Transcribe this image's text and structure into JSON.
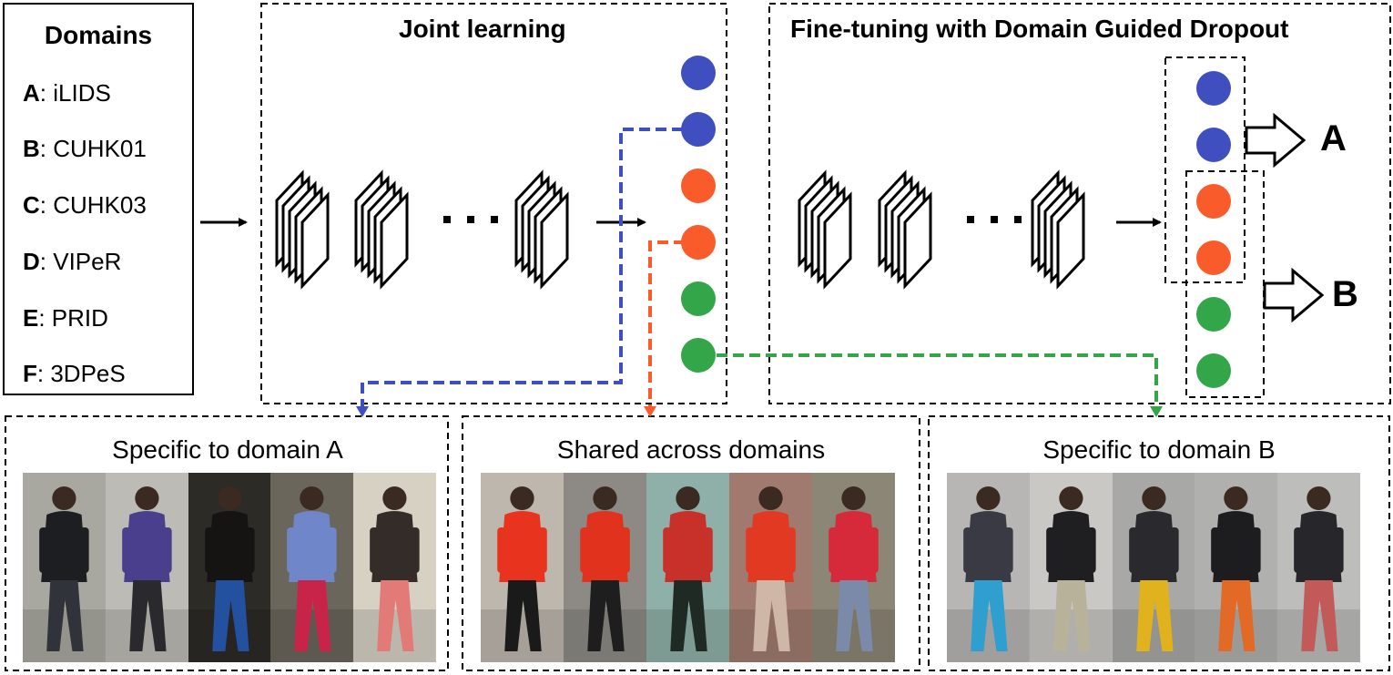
{
  "domains": {
    "title": "Domains",
    "items": [
      {
        "key": "A",
        "name": "iLIDS"
      },
      {
        "key": "B",
        "name": "CUHK01"
      },
      {
        "key": "C",
        "name": "CUHK03"
      },
      {
        "key": "D",
        "name": "VIPeR"
      },
      {
        "key": "E",
        "name": "PRID"
      },
      {
        "key": "F",
        "name": "3DPeS"
      }
    ]
  },
  "joint_learning": {
    "title": "Joint learning"
  },
  "fine_tuning": {
    "title": "Fine-tuning with Domain Guided Dropout",
    "output_a": "A",
    "output_b": "B"
  },
  "neurons": {
    "colors": [
      "#3f4fbf",
      "#3f4fbf",
      "#fa5b2a",
      "#fa5b2a",
      "#33a64a",
      "#33a64a"
    ]
  },
  "bottom": {
    "panel_a": {
      "title": "Specific to domain A",
      "people": [
        {
          "bg": "#a9a8a0",
          "body": "#1c1e22",
          "accent": "#30343a"
        },
        {
          "bg": "#bdbbb6",
          "body": "#4a3f8c",
          "accent": "#2a2a2e"
        },
        {
          "bg": "#2c2b26",
          "body": "#151412",
          "accent": "#2450a0"
        },
        {
          "bg": "#6b665c",
          "body": "#6f86c8",
          "accent": "#c8244a"
        },
        {
          "bg": "#d7d1c4",
          "body": "#332c28",
          "accent": "#e27a78"
        }
      ]
    },
    "panel_shared": {
      "title": "Shared across domains",
      "people": [
        {
          "bg": "#bdb7ae",
          "body": "#e8341f",
          "accent": "#1a1a1a"
        },
        {
          "bg": "#8d8a85",
          "body": "#e0321c",
          "accent": "#1e1e1e"
        },
        {
          "bg": "#8fb0a8",
          "body": "#c8302a",
          "accent": "#1f2a25"
        },
        {
          "bg": "#a07a6e",
          "body": "#e23a22",
          "accent": "#cfb7a8"
        },
        {
          "bg": "#8c8676",
          "body": "#d62a3a",
          "accent": "#7b8aa8"
        }
      ]
    },
    "panel_b": {
      "title": "Specific to domain B",
      "people": [
        {
          "bg": "#b8b6b4",
          "body": "#3a3a44",
          "accent": "#2e9fcf"
        },
        {
          "bg": "#c9c8c4",
          "body": "#1f1f22",
          "accent": "#b9b29a"
        },
        {
          "bg": "#a8a8a6",
          "body": "#2a2a2e",
          "accent": "#e0b21e"
        },
        {
          "bg": "#b0b0ae",
          "body": "#1d1d20",
          "accent": "#e26a26"
        },
        {
          "bg": "#bdbdbb",
          "body": "#27272b",
          "accent": "#c25a5a"
        }
      ]
    }
  }
}
